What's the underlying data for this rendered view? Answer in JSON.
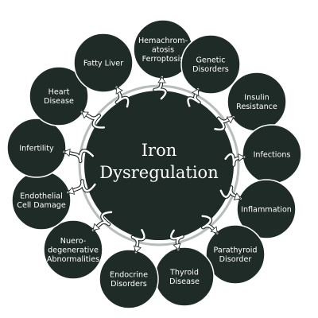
{
  "diagram": {
    "colors": {
      "node_fill": "#1f2b26",
      "node_stroke": "#ffffff",
      "center_fill": "#1f2b26",
      "center_ring": "#b7bdb9",
      "arrow": "#ffffff",
      "text": "#ffffff",
      "background": "#ffffff"
    },
    "center": {
      "label_lines": [
        "Iron",
        "Dysregulation"
      ]
    },
    "nodes": [
      {
        "id": "hemochromatosis",
        "label_lines": [
          "Hemachrom-",
          "atosis",
          "Ferroptosis"
        ]
      },
      {
        "id": "genetic-disorders",
        "label_lines": [
          "Genetic",
          "Disorders"
        ]
      },
      {
        "id": "insulin-resistance",
        "label_lines": [
          "Insulin",
          "Resistance"
        ]
      },
      {
        "id": "infections",
        "label_lines": [
          "Infections"
        ]
      },
      {
        "id": "inflammation",
        "label_lines": [
          "Inflammation"
        ]
      },
      {
        "id": "parathyroid-disorder",
        "label_lines": [
          "Parathyroid",
          "Disorder"
        ]
      },
      {
        "id": "thyroid-disease",
        "label_lines": [
          "Thyroid",
          "Disease"
        ]
      },
      {
        "id": "endocrine-disorders",
        "label_lines": [
          "Endocrine",
          "Disorders"
        ]
      },
      {
        "id": "neurodegenerative",
        "label_lines": [
          "Nuero-",
          "degenerative",
          "Abnormalities"
        ]
      },
      {
        "id": "endothelial-damage",
        "label_lines": [
          "Endothelial",
          "Cell Damage"
        ]
      },
      {
        "id": "infertility",
        "label_lines": [
          "Infertility"
        ]
      },
      {
        "id": "heart-disease",
        "label_lines": [
          "Heart",
          "Disease"
        ]
      },
      {
        "id": "fatty-liver",
        "label_lines": [
          "Fatty Liver"
        ]
      }
    ]
  }
}
